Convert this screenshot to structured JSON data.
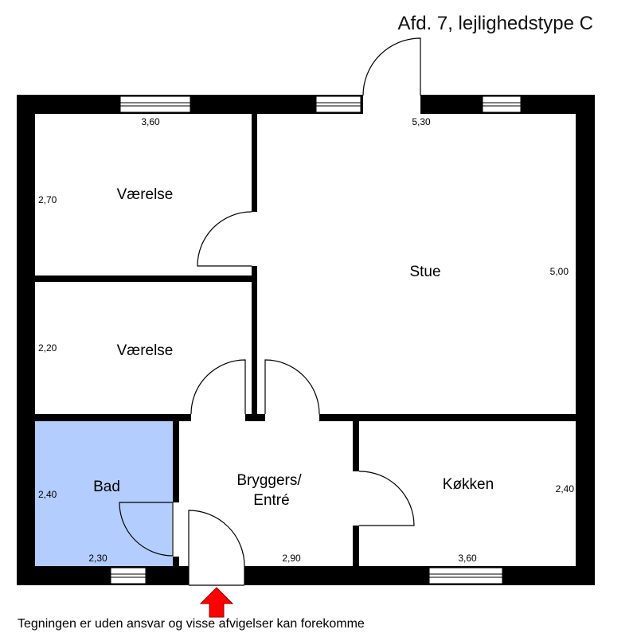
{
  "title": "Afd. 7, lejlighedstype C",
  "footer_note": "Tegningen er uden ansvar og visse afvigelser kan forekomme",
  "colors": {
    "wall": "#000000",
    "bathroom_fill": "#b3cdff",
    "entrance_arrow": "#ff0000"
  },
  "rooms": {
    "room1": {
      "label": "Værelse"
    },
    "room2": {
      "label": "Værelse"
    },
    "living": {
      "label": "Stue"
    },
    "bath": {
      "label": "Bad"
    },
    "utility": {
      "label_line1": "Bryggers/",
      "label_line2": "Entré"
    },
    "kitchen": {
      "label": "Køkken"
    }
  },
  "dimensions": {
    "room1_width": "3,60",
    "living_width": "5,30",
    "room1_depth": "2,70",
    "living_depth": "5,00",
    "room2_depth": "2,20",
    "bath_depth": "2,40",
    "bath_width": "2,30",
    "utility_width": "2,90",
    "kitchen_width": "3,60",
    "kitchen_depth": "2,40"
  },
  "icons": {
    "entrance": "entrance-arrow-icon"
  }
}
